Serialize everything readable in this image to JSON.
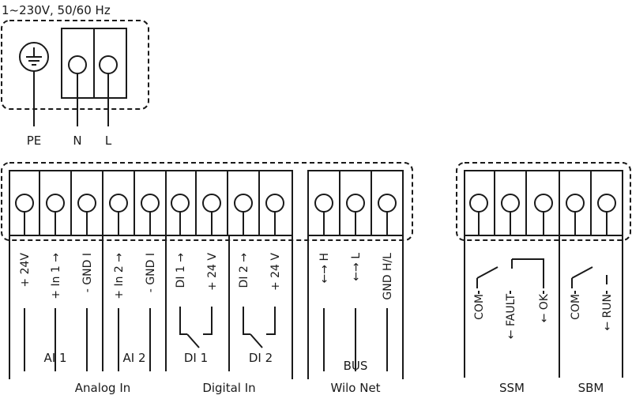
{
  "power": {
    "title": "1~230V, 50/60 Hz",
    "pe_label": "PE",
    "n_label": "N",
    "l_label": "L",
    "earth_icon": "ground-icon"
  },
  "main_block": {
    "terminals": [
      {
        "label": "+ 24V"
      },
      {
        "label": "+ In 1 →"
      },
      {
        "label": "- GND I"
      },
      {
        "label": "+ In 2 →"
      },
      {
        "label": "- GND I"
      },
      {
        "label": "DI 1 →"
      },
      {
        "label": "+ 24 V"
      },
      {
        "label": "DI 2 →"
      },
      {
        "label": "+ 24 V"
      },
      {
        "label": "←→ H"
      },
      {
        "label": "←→ L"
      },
      {
        "label": "GND H/L"
      }
    ],
    "sub_labels": {
      "ai1": "AI 1",
      "ai2": "AI 2",
      "di1": "DI 1",
      "di2": "DI 2",
      "bus": "BUS"
    },
    "groups": {
      "analog_in": "Analog In",
      "digital_in": "Digital In",
      "wilo_net": "Wilo Net"
    }
  },
  "relay_block": {
    "terminals": [
      {
        "label": "COM"
      },
      {
        "label": "← FAULT"
      },
      {
        "label": "← OK"
      },
      {
        "label": "COM"
      },
      {
        "label": "← RUN"
      }
    ],
    "groups": {
      "ssm": "SSM",
      "sbm": "SBM"
    }
  },
  "colors": {
    "line": "#1a1a1a",
    "background": "#ffffff"
  }
}
